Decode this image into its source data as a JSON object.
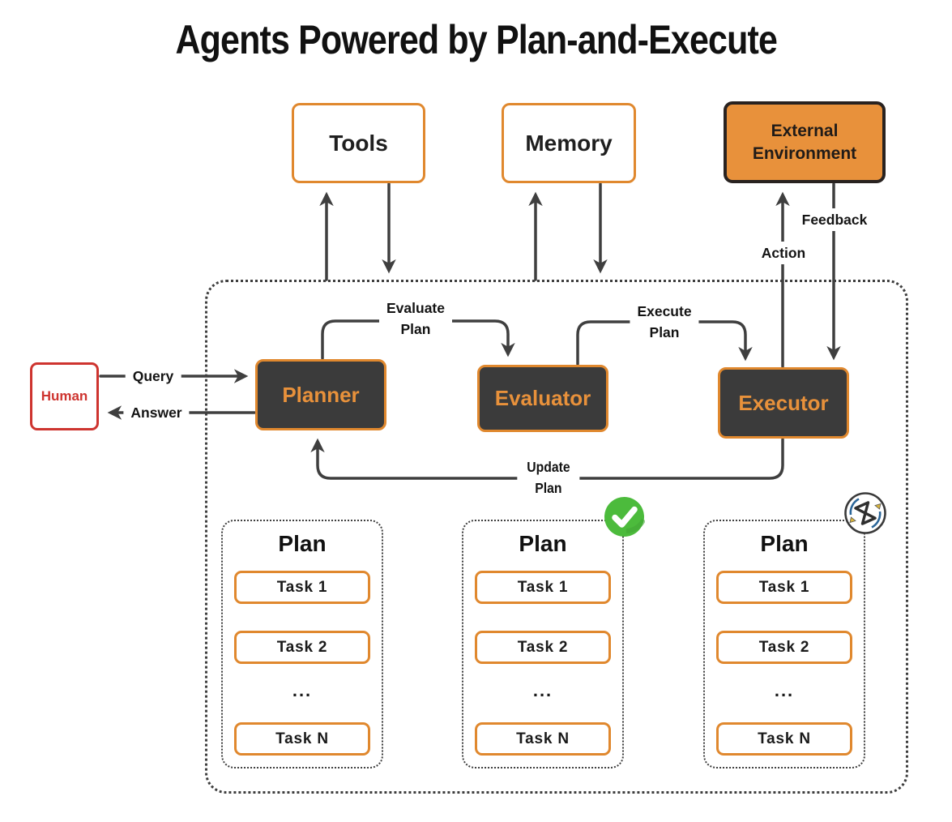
{
  "title": "Agents Powered by Plan-and-Execute",
  "colors": {
    "accent_orange": "#E0882E",
    "environment_fill": "#E8913B",
    "agent_box_fill": "#3B3B3B",
    "agent_text_orange": "#E8913B",
    "wire_gray": "#3F3F3F",
    "human_red": "#CE342F",
    "success_green": "#4CBB3C",
    "icon_blue": "#2B6699",
    "icon_yellow": "#D9B43A"
  },
  "top_row": {
    "tools": "Tools",
    "memory": "Memory",
    "environment": "External Environment"
  },
  "human": {
    "label": "Human"
  },
  "agents": {
    "planner": "Planner",
    "evaluator": "Evaluator",
    "executor": "Executor"
  },
  "edge_labels": {
    "query": "Query",
    "answer": "Answer",
    "action": "Action",
    "feedback": "Feedback",
    "evaluate_plan": {
      "line1": "Evaluate",
      "line2": "Plan"
    },
    "execute_plan": {
      "line1": "Execute",
      "line2": "Plan"
    },
    "update_plan": {
      "line1": "Update",
      "line2": "Plan"
    }
  },
  "plans": [
    {
      "title": "Plan",
      "tasks": [
        "Task 1",
        "Task 2",
        "Task N"
      ],
      "ellipsis": "...",
      "status": "none"
    },
    {
      "title": "Plan",
      "tasks": [
        "Task 1",
        "Task 2",
        "Task N"
      ],
      "ellipsis": "...",
      "status": "completed"
    },
    {
      "title": "Plan",
      "tasks": [
        "Task 1",
        "Task 2",
        "Task N"
      ],
      "ellipsis": "...",
      "status": "in-progress"
    }
  ]
}
